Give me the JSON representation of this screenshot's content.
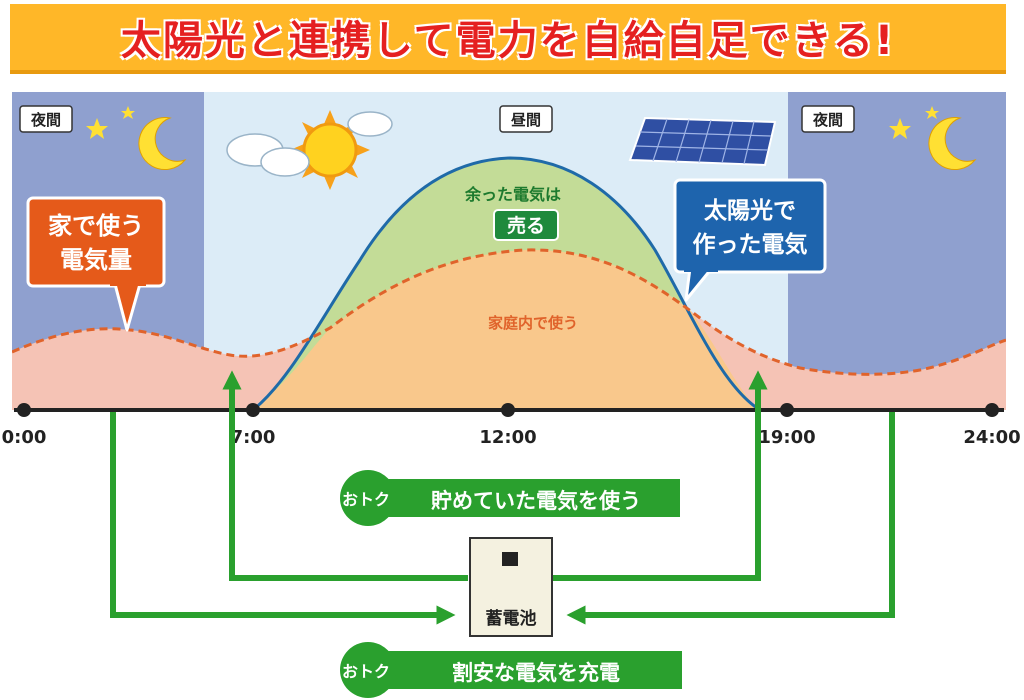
{
  "title": "太陽光と連携して電力を自給自足できる!",
  "periods": {
    "night_left": "夜間",
    "day": "昼間",
    "night_right": "夜間"
  },
  "callouts": {
    "home_usage_line1": "家で使う",
    "home_usage_line2": "電気量",
    "solar_line1": "太陽光で",
    "solar_line2": "作った電気"
  },
  "labels": {
    "surplus": "余った電気は",
    "sell": "売る",
    "household": "家庭内で使う",
    "battery": "蓄電池"
  },
  "time_ticks": [
    "0:00",
    "7:00",
    "12:00",
    "19:00",
    "24:00"
  ],
  "banners": {
    "badge": "おトク",
    "use_stored": "貯めていた電気を使う",
    "charge_cheap": "割安な電気を充電"
  },
  "colors": {
    "title_bg": "#ffb728",
    "title_text": "#e52020",
    "night_bg": "#8fa0cf",
    "day_bg": "#dcecf7",
    "consumption_fill": "#f5c3b5",
    "household_fill": "#f9c88c",
    "surplus_fill": "#c3dc97",
    "solar_curve": "#1f6aa8",
    "consumption_curve": "#e0632b",
    "callout_orange": "#e55a1a",
    "callout_blue": "#1e64ad",
    "arrow_green": "#2aa02e"
  },
  "icons": [
    "sun-icon",
    "cloud-icon",
    "moon-icon",
    "star-icon",
    "solar-panel-icon",
    "battery-icon"
  ]
}
